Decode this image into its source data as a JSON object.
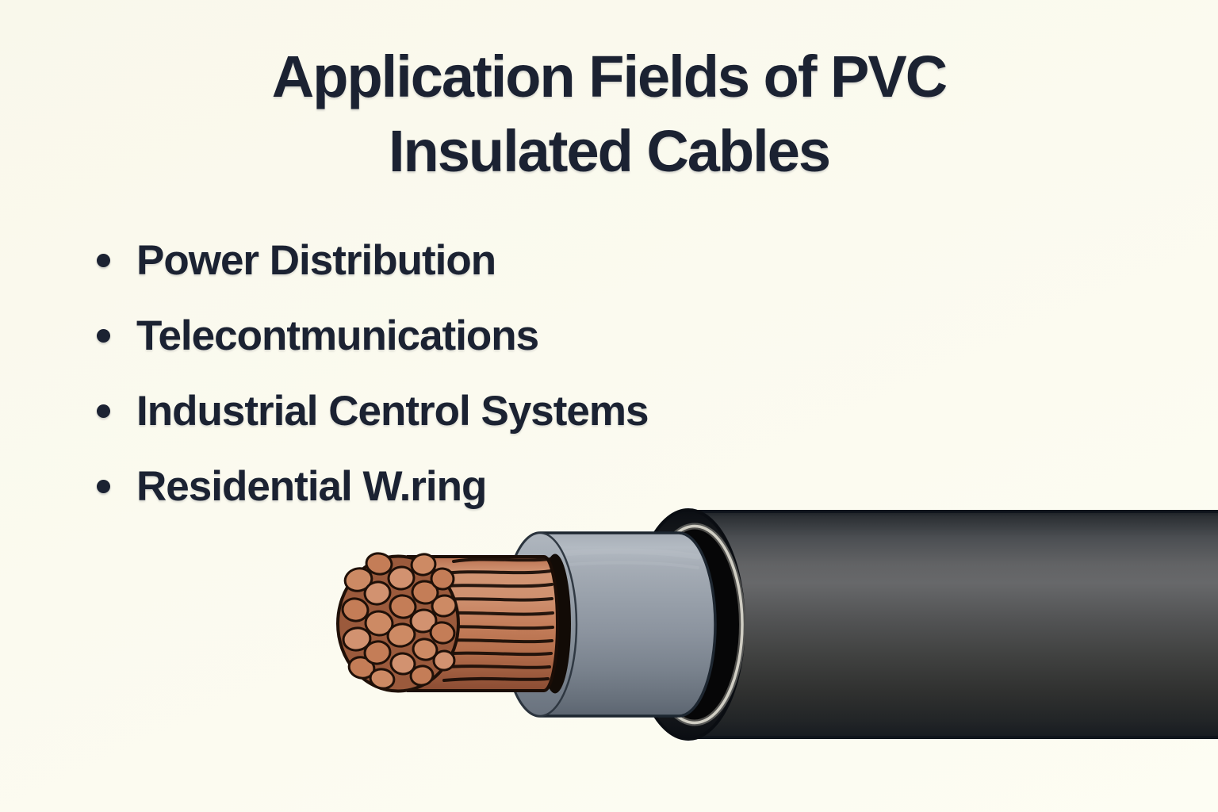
{
  "title": {
    "line1": "Application Fields of PVC",
    "line2": "Insulated Cables"
  },
  "bullets": {
    "items": [
      "Power Distribution",
      "Telecontmunications",
      "Industrial Centrol Systems",
      "Residential W.ring"
    ]
  },
  "illustration": {
    "label": "pvc-insulated-cable-cutaway",
    "parts": {
      "copper_conductor_color": "#c57e58",
      "pvc_insulation_color": "#8e97a2",
      "outer_sheath_color": "#2e2f31",
      "sheath_rim_highlight_color": "#d9d6ca"
    }
  },
  "colors": {
    "background": "#fbfaef",
    "text": "#1b2232"
  }
}
